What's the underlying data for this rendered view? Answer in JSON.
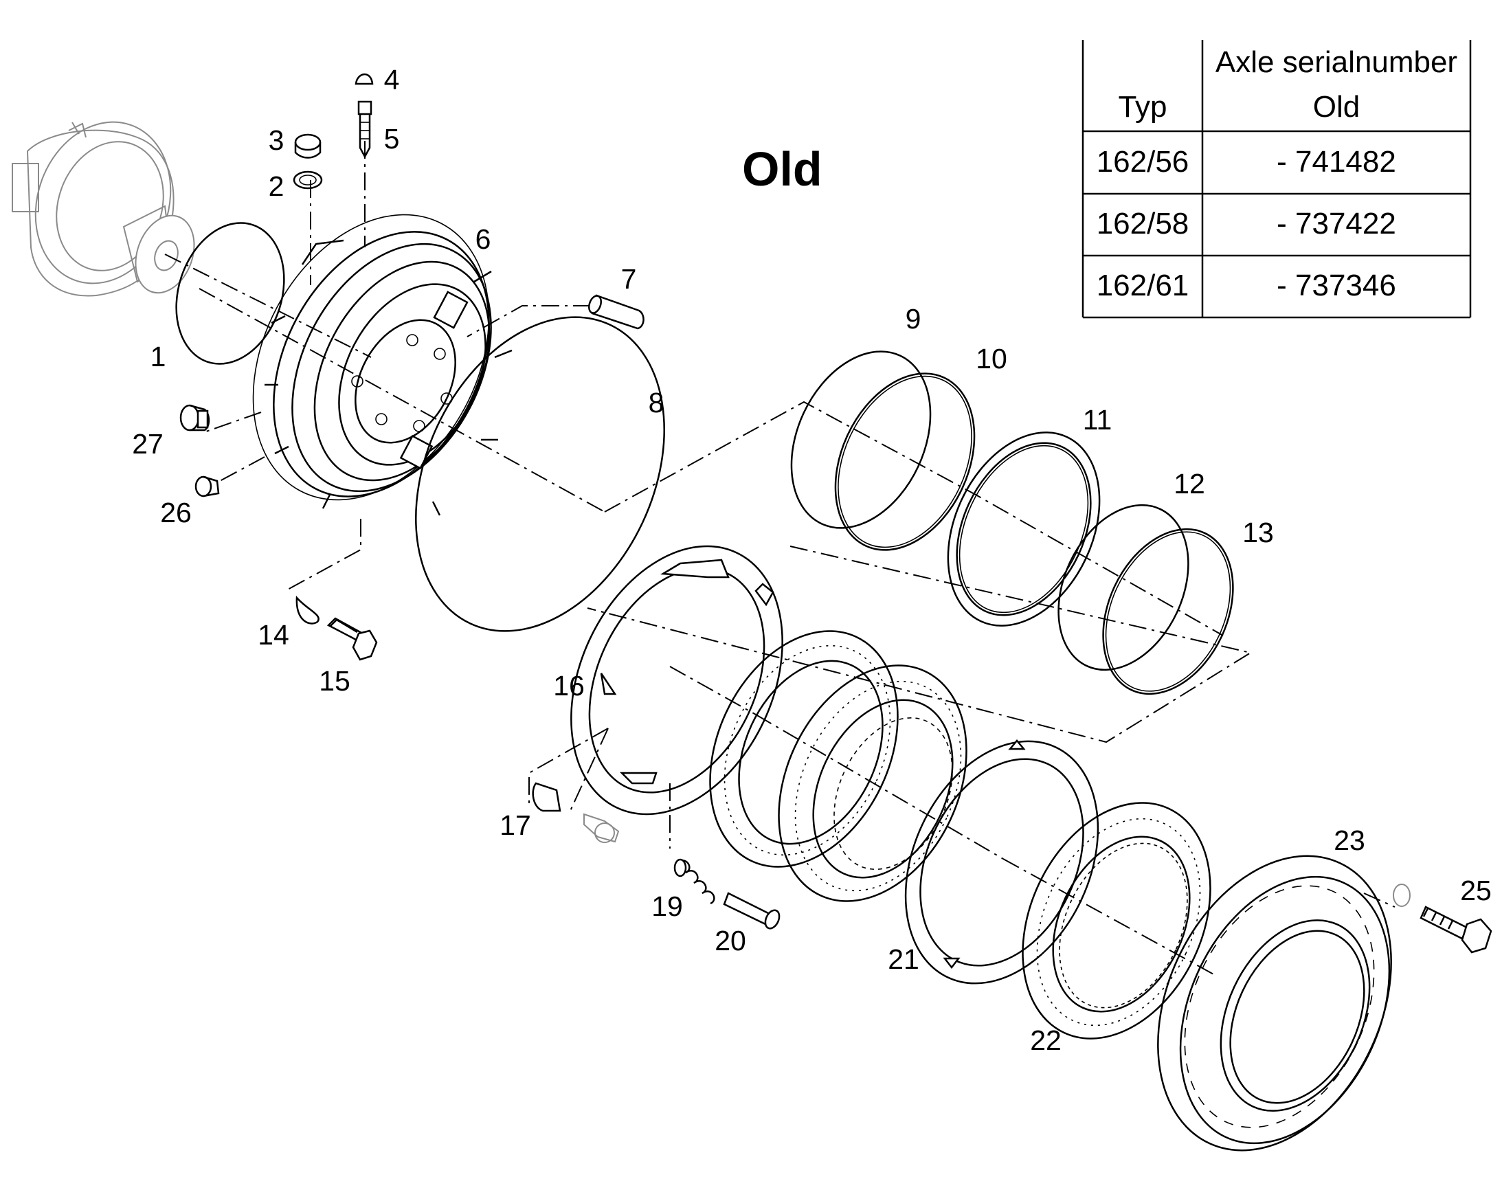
{
  "title": "Old",
  "table": {
    "header": {
      "typ": "Typ",
      "serial_line1": "Axle serialnumber",
      "serial_line2": "Old"
    },
    "rows": [
      {
        "typ": "162/56",
        "serial": "- 741482"
      },
      {
        "typ": "162/58",
        "serial": "- 737422"
      },
      {
        "typ": "162/61",
        "serial": "- 737346"
      }
    ]
  },
  "callouts": [
    "1",
    "2",
    "3",
    "4",
    "5",
    "6",
    "7",
    "8",
    "9",
    "10",
    "11",
    "12",
    "13",
    "14",
    "15",
    "16",
    "17",
    "19",
    "20",
    "21",
    "22",
    "23",
    "25",
    "26",
    "27"
  ]
}
